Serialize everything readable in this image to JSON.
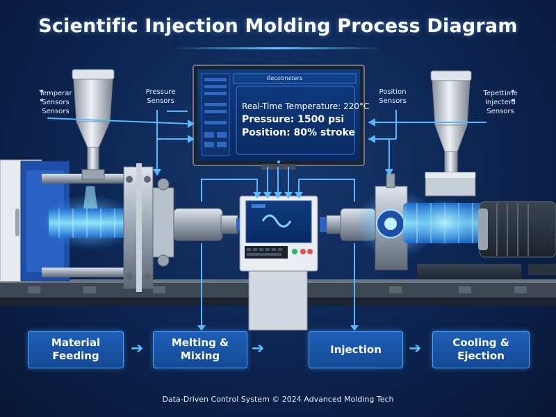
{
  "title": "Scientific Injection Molding Process Diagram",
  "sensors": {
    "left_temp": "Temperar\nSensors\nSensors",
    "left_pressure": "Pressure\nSensors",
    "right_position": "Position\nSensors",
    "right_temp": "Tepettime\nInjecterd\nSensors"
  },
  "monitor": {
    "header": "Recotmeters",
    "temperature": "Real-Time Temperature: 220°C",
    "pressure": "Pressure: 1500 psi",
    "position": "Position: 80% stroke"
  },
  "flow": {
    "steps": [
      "Material\nFeeding",
      "Melting &\nMixing",
      "Injection",
      "Cooling &\nEjection"
    ],
    "arrow_icon": "arrow-right-icon"
  },
  "footer": "Data-Driven Control System © 2024 Advanced Molding Tech",
  "colors": {
    "accent": "#4fa6ff",
    "glow": "#5fc8ff",
    "box_fill": "#1d5fb8",
    "frame_blue": "#1e4fa8"
  }
}
